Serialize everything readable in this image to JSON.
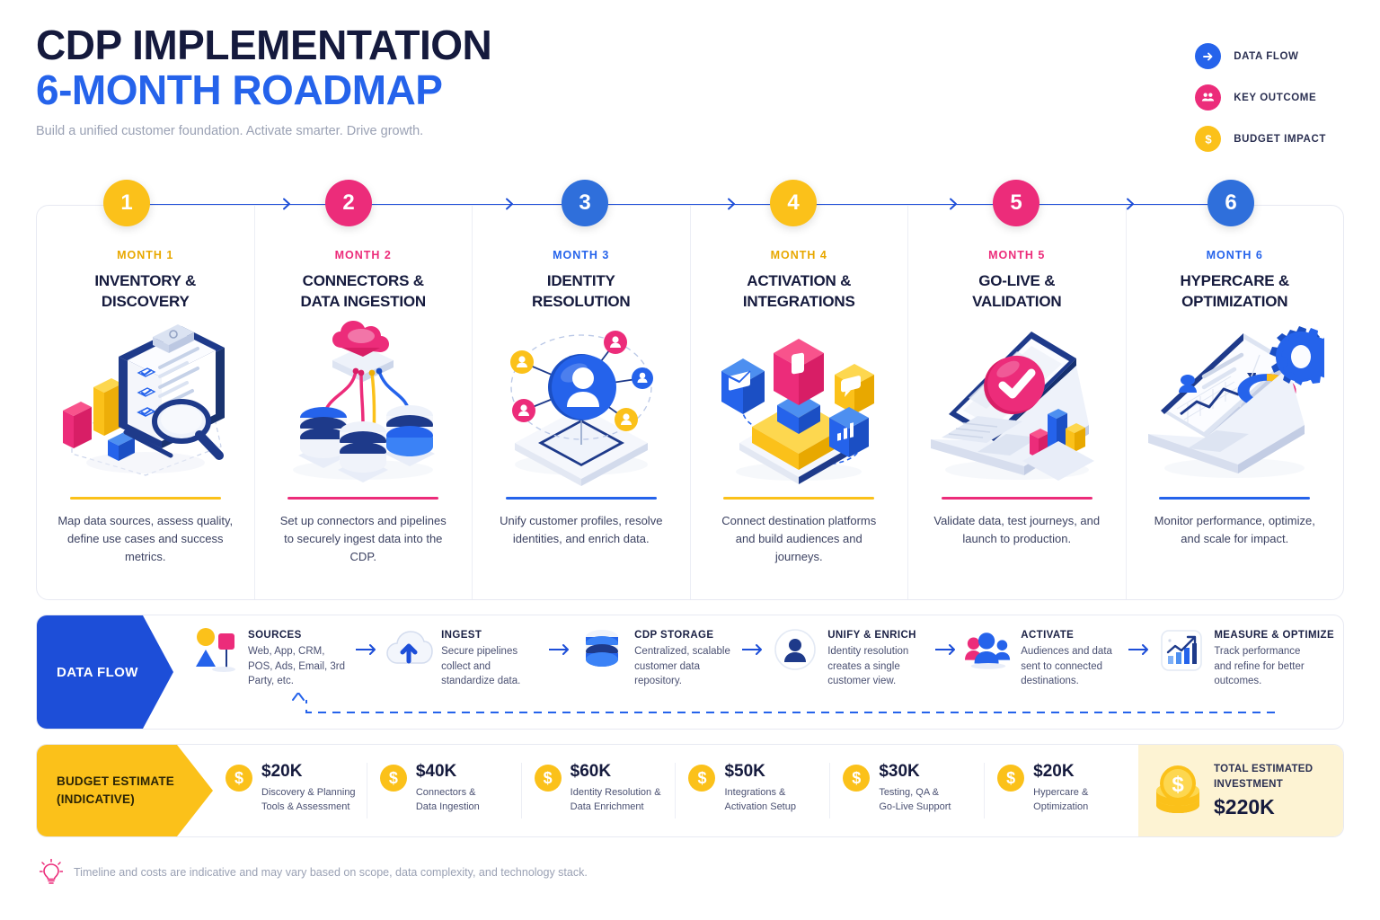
{
  "header": {
    "title_line1": "CDP IMPLEMENTATION",
    "title_line2": "6-MONTH ROADMAP",
    "subtitle": "Build a unified customer foundation. Activate smarter. Drive growth."
  },
  "colors": {
    "blue": "#2563eb",
    "deep_blue": "#1d4ed8",
    "pink": "#ec2c7a",
    "yellow": "#fbc11a",
    "navy": "#151a3d",
    "navy_dark": "#15306e"
  },
  "legend": [
    {
      "icon": "arrow-right-icon",
      "label": "DATA FLOW",
      "color": "#2563eb"
    },
    {
      "icon": "people-icon",
      "label": "KEY OUTCOME",
      "color": "#ec2c7a"
    },
    {
      "icon": "dollar-icon",
      "label": "BUDGET IMPACT",
      "color": "#fbc11a"
    }
  ],
  "months": [
    {
      "number": "1",
      "kicker": "MONTH 1",
      "title": "INVENTORY &\nDISCOVERY",
      "title_l1": "INVENTORY &",
      "title_l2": "DISCOVERY",
      "desc": "Map data sources, assess quality, define use cases and success metrics.",
      "color": "#fbc11a",
      "illustration": "clipboard-magnifier-chart-illustration"
    },
    {
      "number": "2",
      "kicker": "MONTH 2",
      "title": "CONNECTORS &\nDATA INGESTION",
      "title_l1": "CONNECTORS &",
      "title_l2": "DATA INGESTION",
      "desc": "Set up connectors and pipelines to securely ingest data into the CDP.",
      "color": "#ec2c7a",
      "illustration": "cloud-databases-illustration"
    },
    {
      "number": "3",
      "kicker": "MONTH 3",
      "title": "IDENTITY\nRESOLUTION",
      "title_l1": "IDENTITY",
      "title_l2": "RESOLUTION",
      "desc": "Unify customer profiles, resolve identities, and enrich data.",
      "color": "#2563eb",
      "illustration": "identity-network-illustration"
    },
    {
      "number": "4",
      "kicker": "MONTH 4",
      "title": "ACTIVATION &\nINTEGRATIONS",
      "title_l1": "ACTIVATION &",
      "title_l2": "INTEGRATIONS",
      "desc": "Connect destination platforms and build audiences and journeys.",
      "color": "#fbc11a",
      "illustration": "channel-cubes-illustration"
    },
    {
      "number": "5",
      "kicker": "MONTH 5",
      "title": "GO-LIVE &\nVALIDATION",
      "title_l1": "GO-LIVE &",
      "title_l2": "VALIDATION",
      "desc": "Validate data, test journeys, and launch to production.",
      "color": "#ec2c7a",
      "illustration": "laptop-checkmark-illustration"
    },
    {
      "number": "6",
      "kicker": "MONTH 6",
      "title": "HYPERCARE &\nOPTIMIZATION",
      "title_l1": "HYPERCARE &",
      "title_l2": "OPTIMIZATION",
      "desc": "Monitor performance, optimize, and scale for impact.",
      "color": "#2563eb",
      "illustration": "dashboard-gear-illustration"
    }
  ],
  "data_flow": {
    "tag": "DATA FLOW",
    "steps": [
      {
        "icon": "shapes-sources-icon",
        "title": "SOURCES",
        "desc": "Web, App, CRM, POS, Ads, Email, 3rd Party, etc."
      },
      {
        "icon": "cloud-upload-icon",
        "title": "INGEST",
        "desc": "Secure pipelines collect and standardize data."
      },
      {
        "icon": "database-icon",
        "title": "CDP STORAGE",
        "desc": "Centralized, scalable customer data repository."
      },
      {
        "icon": "user-profile-icon",
        "title": "UNIFY & ENRICH",
        "desc": "Identity resolution creates a single customer view."
      },
      {
        "icon": "audience-group-icon",
        "title": "ACTIVATE",
        "desc": "Audiences and data sent to connected destinations."
      },
      {
        "icon": "analytics-chart-icon",
        "title": "MEASURE & OPTIMIZE",
        "desc": "Track performance and refine for better outcomes."
      }
    ]
  },
  "budget": {
    "tag_line1": "BUDGET ESTIMATE",
    "tag_line2": "(INDICATIVE)",
    "items": [
      {
        "amount": "$20K",
        "caption_l1": "Discovery & Planning",
        "caption_l2": "Tools & Assessment"
      },
      {
        "amount": "$40K",
        "caption_l1": "Connectors &",
        "caption_l2": "Data Ingestion"
      },
      {
        "amount": "$60K",
        "caption_l1": "Identity Resolution &",
        "caption_l2": "Data Enrichment"
      },
      {
        "amount": "$50K",
        "caption_l1": "Integrations &",
        "caption_l2": "Activation Setup"
      },
      {
        "amount": "$30K",
        "caption_l1": "Testing, QA &",
        "caption_l2": "Go-Live Support"
      },
      {
        "amount": "$20K",
        "caption_l1": "Hypercare &",
        "caption_l2": "Optimization"
      }
    ],
    "total": {
      "label_l1": "TOTAL ESTIMATED",
      "label_l2": "INVESTMENT",
      "amount": "$220K",
      "icon": "coin-stack-icon"
    }
  },
  "footer": {
    "icon": "lightbulb-icon",
    "note": "Timeline and costs are indicative and may vary based on scope, data complexity, and technology stack."
  }
}
